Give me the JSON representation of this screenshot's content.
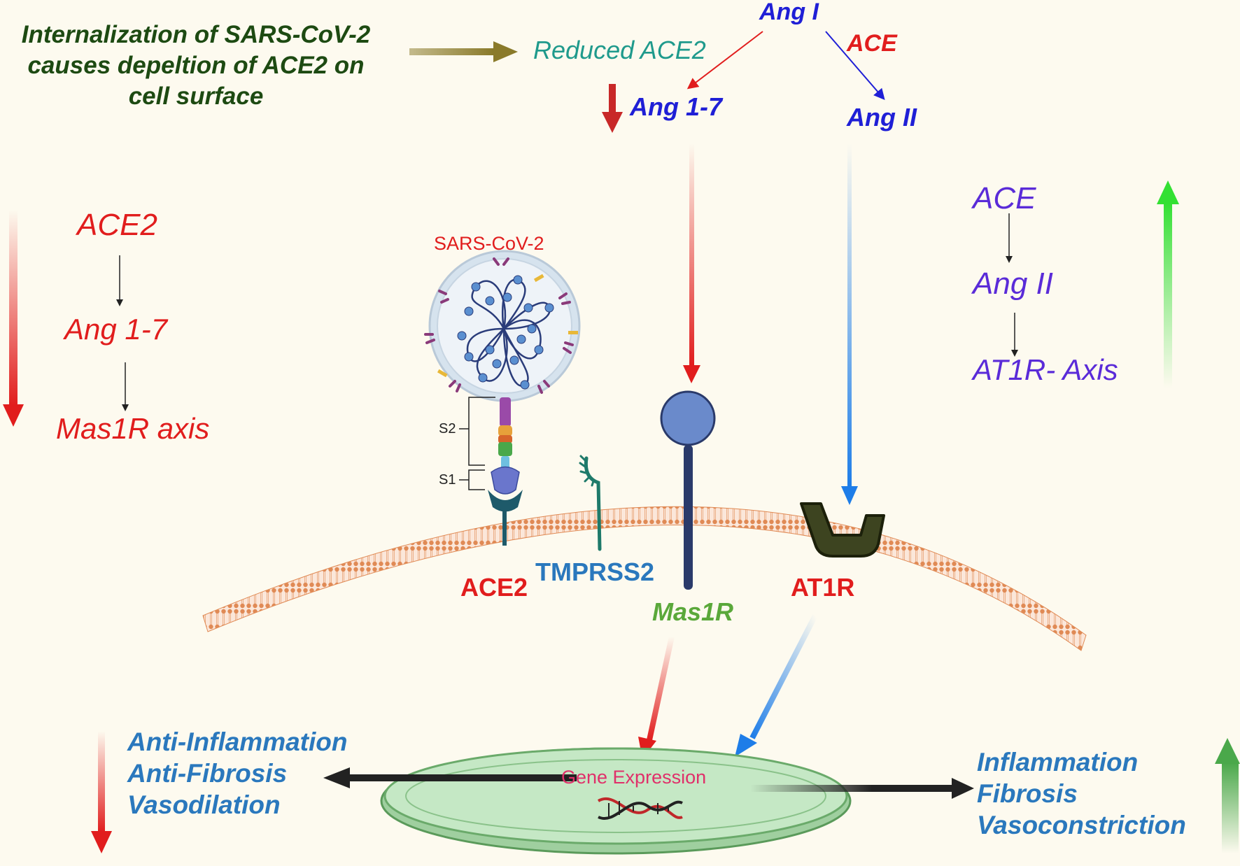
{
  "internalization": [
    "Internalization  of SARS-CoV-2",
    "causes depeltion of ACE2 on",
    "cell surface"
  ],
  "reduced_ace2": "Reduced ACE2",
  "ang_i": "Ang I",
  "ace_enzyme": "ACE",
  "ang_1_7_top": "Ang 1-7",
  "ang_ii_top": "Ang II",
  "left_axis": {
    "ace2": "ACE2",
    "ang17": "Ang 1-7",
    "mas1r": "Mas1R  axis"
  },
  "right_axis": {
    "ace": "ACE",
    "angii": "Ang II",
    "at1r": "AT1R- Axis"
  },
  "virus_label": "SARS-CoV-2",
  "spike_labels": {
    "s2": "S2",
    "s1": "S1"
  },
  "membrane_labels": {
    "ace2": "ACE2",
    "tmprss2": "TMPRSS2",
    "mas1r": "Mas1R",
    "at1r": "AT1R"
  },
  "gene_expression": "Gene Expression",
  "left_effects": [
    "Anti-Inflammation",
    "Anti-Fibrosis",
    "Vasodilation"
  ],
  "right_effects": [
    "Inflammation",
    "Fibrosis",
    "Vasoconstriction"
  ],
  "colors": {
    "background": "#fdfaef",
    "dark_green_text": "#1d4a12",
    "teal_text": "#1f9a8c",
    "blue_text": "#1f1fd6",
    "red": "#e11d1d",
    "purple_text": "#5a2bd8",
    "effect_blue": "#2a78bd",
    "mas1r_green": "#5aa83a",
    "membrane": "#e08a55",
    "nucleus": "#c5e8c5",
    "gene_pink": "#e0306a"
  }
}
